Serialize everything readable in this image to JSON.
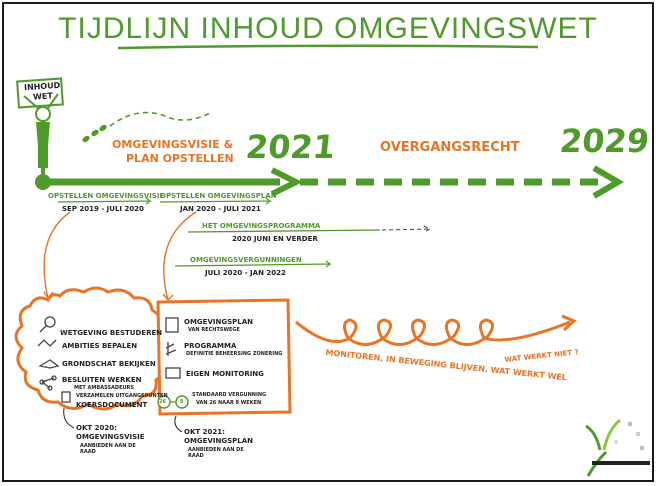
{
  "title": "TIJDLIJN INHOUD OMGEVINGSWET",
  "figure": {
    "sign_line1": "INHOUD",
    "sign_line2": "WET"
  },
  "start": {
    "line1": "OMGEVINGSVISIE &",
    "line2": "PLAN OPSTELLEN"
  },
  "years": {
    "start": "2021",
    "end": "2029"
  },
  "overgang": "OVERGANGSRECHT",
  "tracks": [
    {
      "label": "OPSTELLEN OMGEVINGSVISIE",
      "date": "SEP 2019 - JULI 2020"
    },
    {
      "label": "OPSTELLEN OMGEVINGSPLAN",
      "date": "JAN 2020 - JULI 2021"
    },
    {
      "label": "HET OMGEVINGSPROGRAMMA",
      "date": "2020 JUNI EN VERDER"
    },
    {
      "label": "OMGEVINGSVERGUNNINGEN",
      "date": "JULI 2020 - JAN 2022"
    }
  ],
  "cloud_items": [
    {
      "label": "WETGEVING BESTUDEREN",
      "sub": ""
    },
    {
      "label": "AMBITIES BEPALEN",
      "sub": ""
    },
    {
      "label": "GRONDSCHAT BEKIJKEN",
      "sub": ""
    },
    {
      "label": "BESLUITEN WERKEN",
      "sub": "MET AMBASSADEURS"
    },
    {
      "label": "VERZAMELEN UITGANGSPUNTEN",
      "sub": "KOERSDOCUMENT"
    }
  ],
  "box_items": [
    {
      "label": "OMGEVINGSPLAN",
      "sub": "VAN RECHTSWEGE"
    },
    {
      "label": "PROGRAMMA",
      "sub": "DEFINITIE BEHEERSING ZONERING"
    },
    {
      "label": "EIGEN MONITORING",
      "sub": ""
    },
    {
      "label": "STANDAARD VERGUNNING",
      "sub": "VAN 26 NAAR 8 WEKEN"
    }
  ],
  "badges": {
    "from": "26",
    "to": "8"
  },
  "milestones": [
    {
      "date": "OKT 2020:",
      "label": "OMGEVINGSVISIE",
      "sub": "AANBIEDEN AAN DE RAAD"
    },
    {
      "date": "OKT 2021:",
      "label": "OMGEVINGSPLAN",
      "sub": "AANBIEDEN AAN DE RAAD"
    }
  ],
  "monitor": {
    "line1": "MONITOREN, IN BEWEGING BLIJVEN. WAT WERKT WEL",
    "line2": "WAT WERKT NIET ?"
  },
  "colors": {
    "green": "#4e9b2a",
    "orange": "#e87424",
    "text": "#222222"
  }
}
